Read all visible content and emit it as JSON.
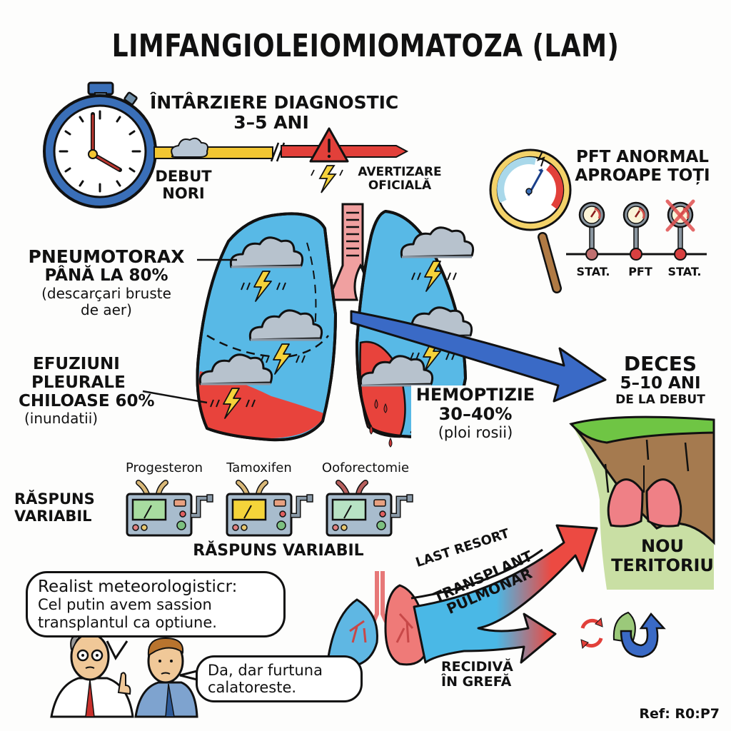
{
  "title": "LIMFANGIOLEIOMIOMATOZA (LAM)",
  "timeline": {
    "heading_line1": "ÎNTÂRZIERE DIAGNOSTIC",
    "heading_line2": "3–5 ANI",
    "onset_line1": "DEBUT",
    "onset_line2": "NORI",
    "warning_line1": "AVERTIZARE",
    "warning_line2": "OFICIALĂ",
    "icons": [
      "stopwatch-icon",
      "cloud-icon",
      "warning-triangle-icon",
      "lightning-icon"
    ],
    "colors": {
      "early": "#f2c632",
      "late": "#e2403a"
    }
  },
  "pft": {
    "line1": "PFT ANORMAL",
    "line2": "APROAPE TOȚI",
    "gauges": [
      {
        "label": "STAT.",
        "crossed": false
      },
      {
        "label": "PFT",
        "crossed": false
      },
      {
        "label": "STAT.",
        "crossed": true
      }
    ]
  },
  "pneumothorax": {
    "line1": "PNEUMOTORAX",
    "line2": "PÂNĂ LA 80%",
    "line3": "(descarçari bruste",
    "line4": "de aer)"
  },
  "effusions": {
    "line1": "EFUZIUNI",
    "line2": "PLEURALE",
    "line3": "CHILOASE 60%",
    "line4": "(inundatii)"
  },
  "hemoptysis": {
    "line1": "HEMOPTIZIE",
    "line2": "30–40%",
    "line3": "(ploi rosii)"
  },
  "death": {
    "line1": "DECES",
    "line2": "5–10 ANI",
    "line3": "DE LA DEBUT"
  },
  "treatments": {
    "side_label_line1": "RĂSPUNS",
    "side_label_line2": "VARIABIL",
    "bottom_label": "RĂSPUNS VARIABIL",
    "devices": [
      {
        "label": "Progesteron",
        "screen_color": "#a8dca0"
      },
      {
        "label": "Tamoxifen",
        "screen_color": "#f5d43a"
      },
      {
        "label": "Ooforectomie",
        "screen_color": "#b8e3c4"
      }
    ]
  },
  "dialogue": {
    "bubble1_line1": "Realist meteorologisticr:",
    "bubble1_line2": "Cel putin avem sassion",
    "bubble1_line3": "transplantul ca optiune.",
    "bubble2_line1": "Da, dar furtuna",
    "bubble2_line2": "calatoreste."
  },
  "transplant": {
    "last_resort": "LAST RESORT",
    "line1": "TRANSPLANT",
    "line2": "PULMONAR",
    "recurrence_line1": "RECIDIVĂ",
    "recurrence_line2": "ÎN GREFĂ",
    "new_territory_line1": "NOU",
    "new_territory_line2": "TERITORIU"
  },
  "reference": "Ref: R0:P7"
}
